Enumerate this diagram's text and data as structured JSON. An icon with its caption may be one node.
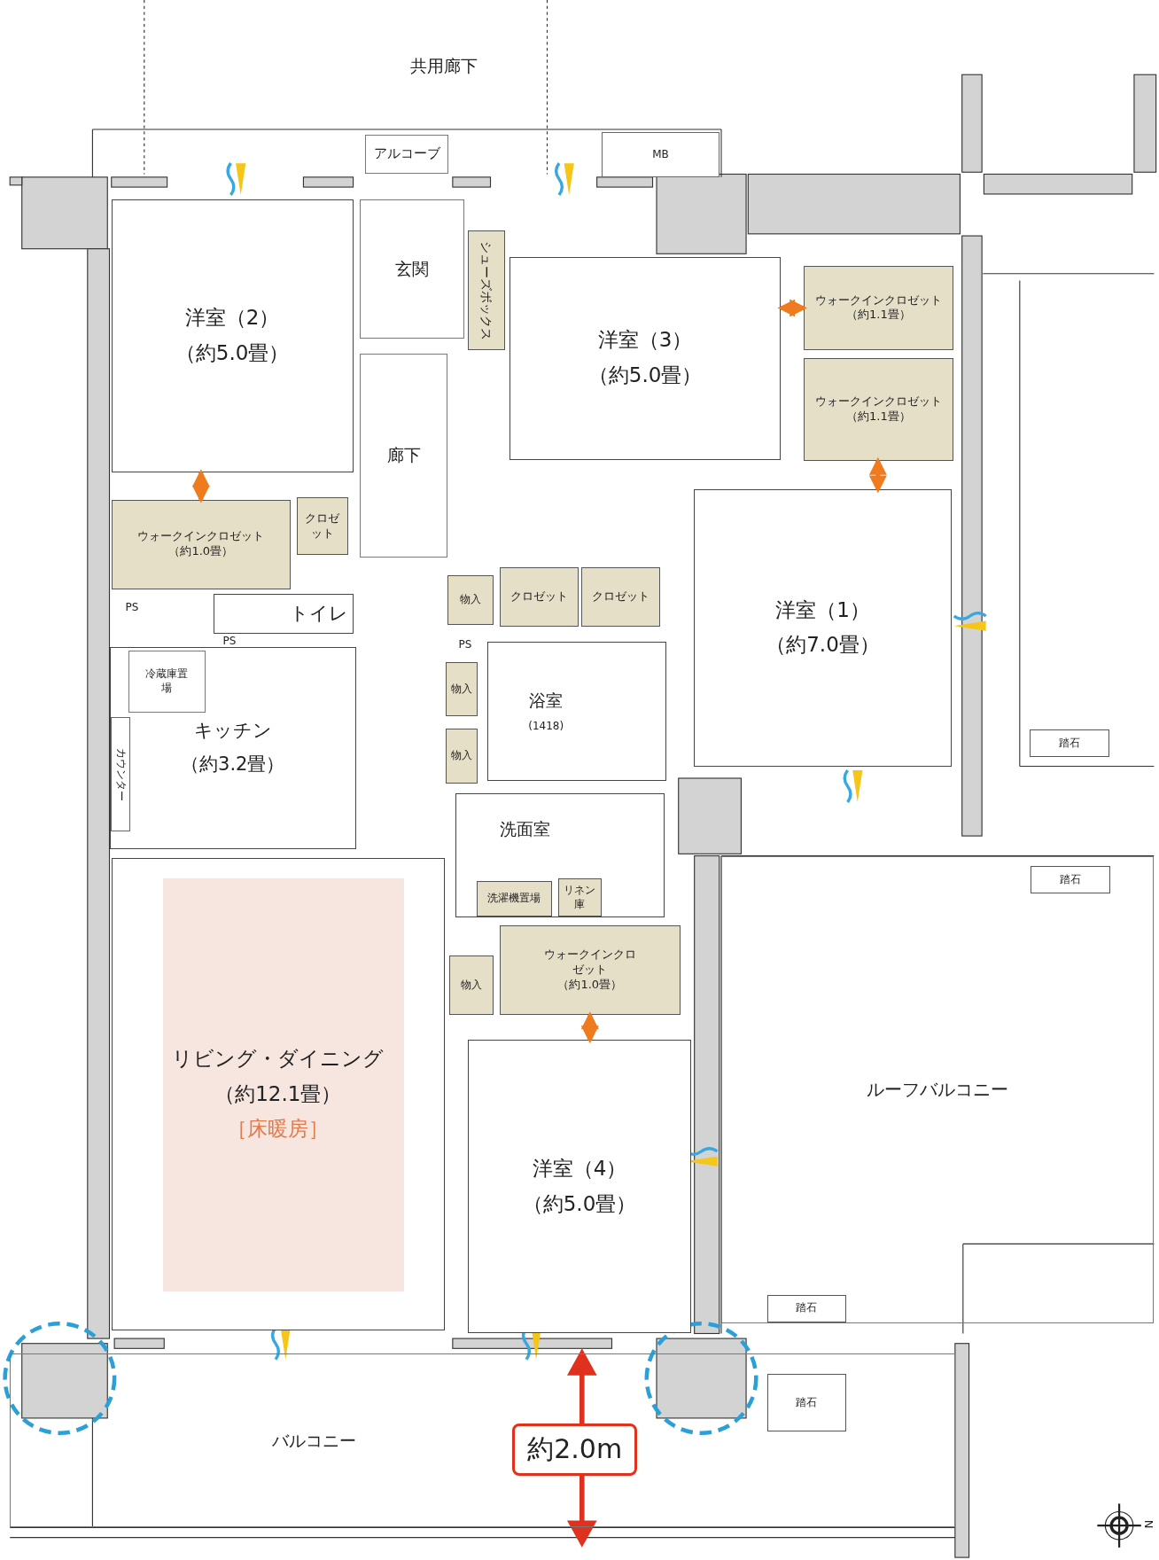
{
  "diagram": {
    "nodes": [
      {
        "text": [
          "アルコーブ"
        ]
      },
      {
        "text": [
          "MB"
        ]
      },
      {
        "text": [
          "玄関"
        ]
      },
      {
        "text": [
          "シューズボックス"
        ]
      },
      {
        "text": [
          "洋室（2）",
          "（約5.0畳）"
        ]
      },
      {
        "text": [
          "洋室（3）",
          "（約5.0畳）"
        ]
      },
      {
        "text": [
          "ウォークインクロゼット",
          "（約1.1畳）"
        ]
      },
      {
        "text": [
          "ウォークインクロゼット",
          "（約1.1畳）"
        ]
      },
      {
        "text": [
          "廊下"
        ]
      },
      {
        "text": [
          "ウォークインクロゼット",
          "（約1.0畳）"
        ]
      },
      {
        "text": [
          "クロゼット"
        ]
      },
      {
        "text": [
          "洋室（1）",
          "（約7.0畳）"
        ]
      },
      {
        "text": [
          "物入"
        ]
      },
      {
        "text": [
          "クロゼット"
        ]
      },
      {
        "text": [
          "クロゼット"
        ]
      },
      {
        "text": [
          "トイレ"
        ]
      },
      {
        "text": [
          "キッチン",
          "（約3.2畳）"
        ]
      },
      {
        "text": [
          "冷蔵庫置場"
        ],
        "in": 16
      },
      {
        "text": [
          "カウンター"
        ],
        "in": 16
      },
      {
        "text": [
          "浴室",
          "(1418)"
        ]
      },
      {
        "text": [
          "物入"
        ]
      },
      {
        "text": [
          "物入"
        ]
      },
      {
        "text": [
          "踏石"
        ]
      },
      {
        "text": [
          "洗面室"
        ]
      },
      {
        "text": [
          "洗濯機置場"
        ],
        "in": 23
      },
      {
        "text": [
          "リネン庫"
        ],
        "in": 23
      },
      {
        "text": [
          "ルーフバルコニー"
        ]
      },
      {
        "text": [
          "踏石"
        ],
        "in": 26
      },
      {
        "text": [
          "物入"
        ]
      },
      {
        "text": [
          "ウォークインクロゼット",
          "（約1.0畳）"
        ]
      },
      {
        "text": [
          "リビング・ダイニング",
          "（約12.1畳）",
          "［床暖房］"
        ]
      },
      {
        "text": [
          "洋室（4）",
          "（約5.0畳）"
        ]
      },
      {
        "text": [
          "踏石"
        ],
        "in": 26
      },
      {
        "text": [
          "バルコニー"
        ]
      },
      {
        "text": [
          "踏石"
        ],
        "in": 33
      }
    ],
    "edges": [
      {
        "from": 4,
        "to": 9,
        "arrow": "both"
      },
      {
        "from": 5,
        "to": 6,
        "arrow": "both"
      },
      {
        "from": 7,
        "to": 11,
        "arrow": "both"
      },
      {
        "from": 29,
        "to": 31,
        "arrow": "both"
      }
    ],
    "labels": [
      "共用廊下",
      "PS",
      "PS",
      "PS",
      "約2.0m",
      "N"
    ]
  }
}
